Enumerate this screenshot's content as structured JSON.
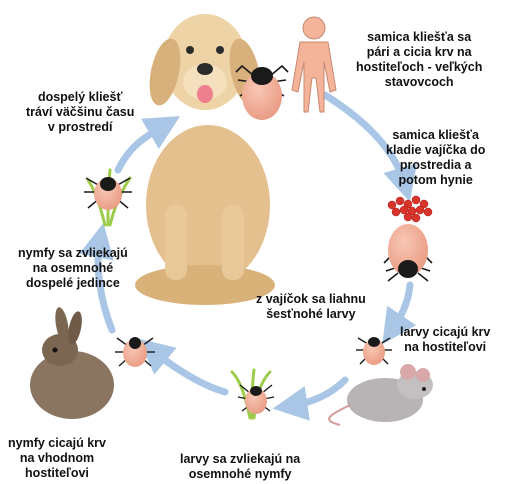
{
  "stages": {
    "female_feeds": [
      "samica kliešťa sa",
      "pári a cicia krv na",
      "hostiteľoch - veľkých",
      "stavovcoch"
    ],
    "female_lays": [
      "samica kliešťa",
      "kladie vajíčka do",
      "prostredia a",
      "potom hynie"
    ],
    "larvae_hatch": [
      "z vajíčok sa liahnu",
      "šesťnohé larvy"
    ],
    "larvae_feed": [
      "larvy cicajú krv",
      "na hostiteľovi"
    ],
    "larvae_molt": [
      "larvy sa zvliekajú na",
      "osemnohé nymfy"
    ],
    "nymphs_feed": [
      "nymfy cicajú krv",
      "na vhodnom",
      "hostiteľovi"
    ],
    "nymphs_molt": [
      "nymfy sa zvliekajú",
      "na osemnohé",
      "dospelé jedince"
    ],
    "adult_waits": [
      "dospelý kliešť",
      "tráví väčšinu času",
      "v prostredí"
    ]
  },
  "colors": {
    "arrow": "#a9c6e6",
    "tick_body": "#f4b09a",
    "tick_shield": "#1a1a1a",
    "eggs": "#d9342b",
    "grass": "#9ccc4a"
  },
  "icons": [
    "dog-image",
    "human-silhouette-icon",
    "rabbit-image",
    "mouse-image",
    "tick-icon",
    "egg-cluster-icon",
    "grass-icon"
  ]
}
